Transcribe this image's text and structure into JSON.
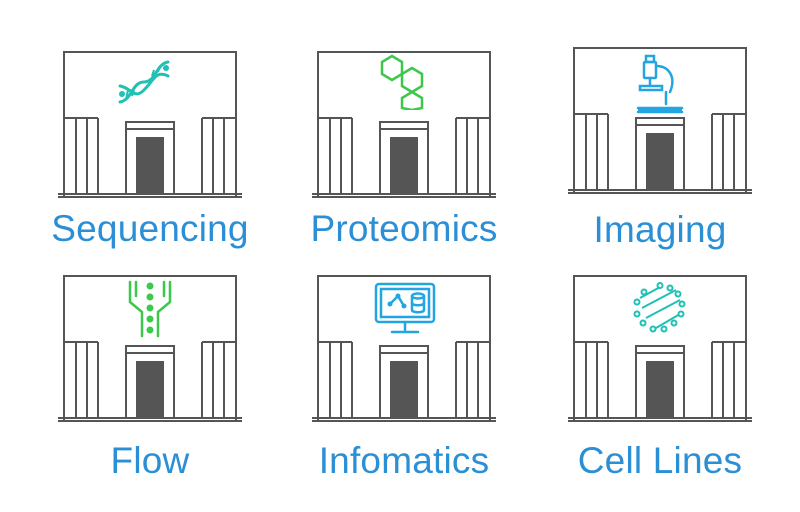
{
  "facilities": [
    {
      "label": "Sequencing",
      "icon": "dna-helix-icon",
      "icon_color": "#1ec1b4"
    },
    {
      "label": "Proteomics",
      "icon": "hexagon-molecule-icon",
      "icon_color": "#3cc84a"
    },
    {
      "label": "Imaging",
      "icon": "microscope-icon",
      "icon_color": "#22a5e0"
    },
    {
      "label": "Flow",
      "icon": "flow-cytometry-icon",
      "icon_color": "#3cc84a"
    },
    {
      "label": "Infomatics",
      "icon": "data-monitor-icon",
      "icon_color": "#22a5e0"
    },
    {
      "label": "Cell Lines",
      "icon": "cell-line-icon",
      "icon_color": "#1ec1b4"
    }
  ],
  "colors": {
    "building_stroke": "#555555",
    "door_fill": "#555555",
    "label_text": "#2b8fd6"
  }
}
